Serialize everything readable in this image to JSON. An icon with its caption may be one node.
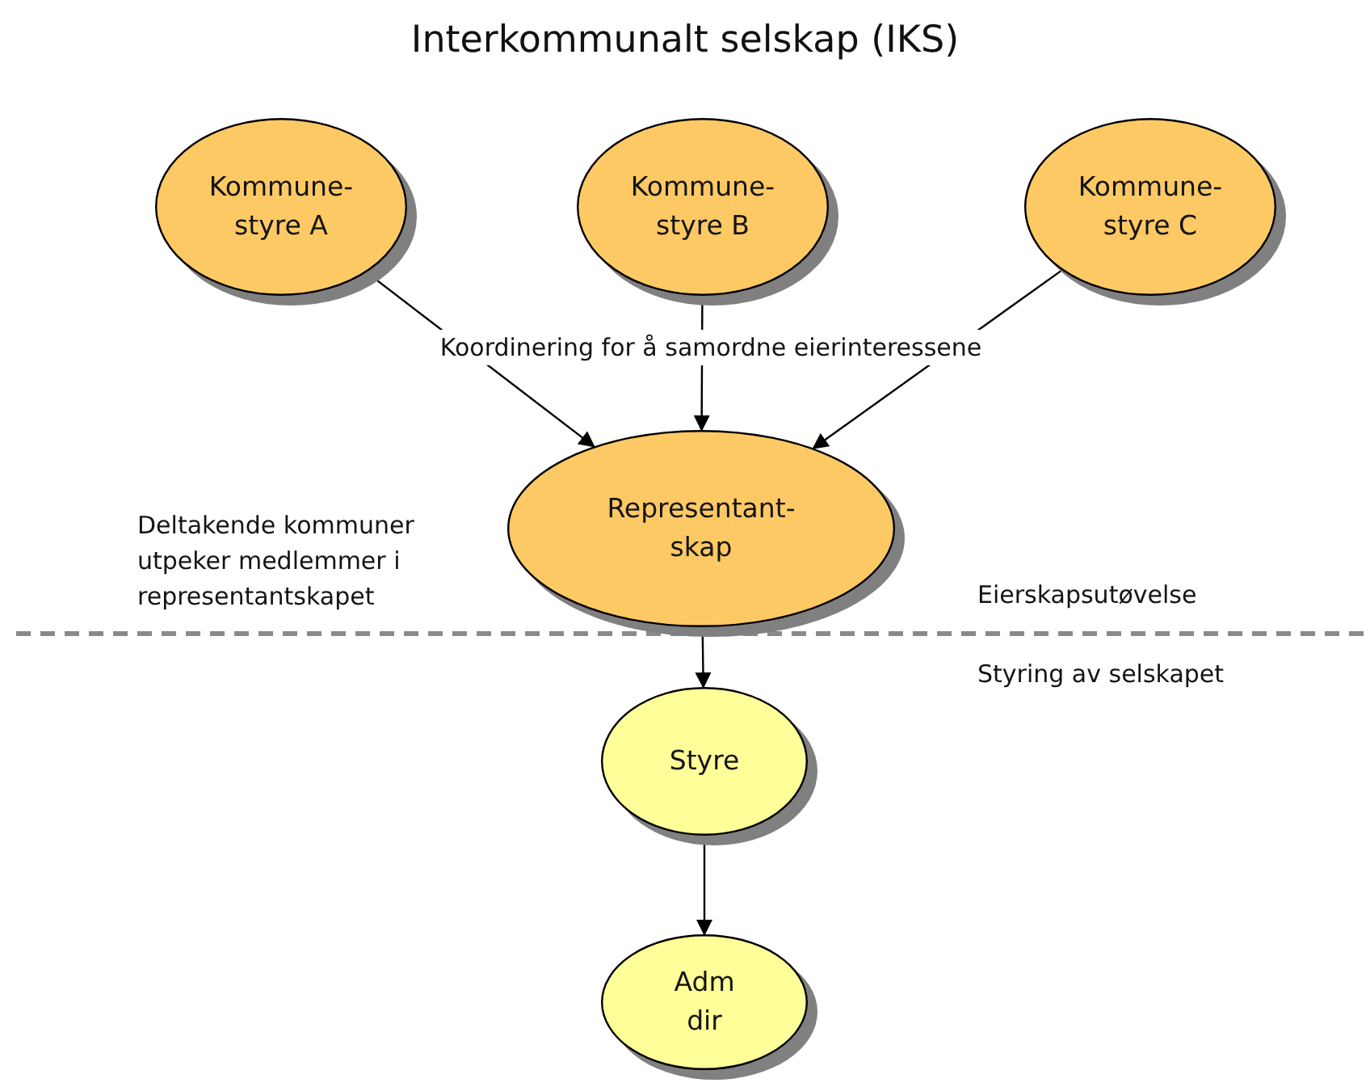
{
  "diagram": {
    "title": "Interkommunalt selskap (IKS)",
    "nodes": [
      {
        "text": [
          "Kommune- styre A"
        ]
      },
      {
        "text": [
          "Kommune- styre B"
        ]
      },
      {
        "text": [
          "Kommune- styre C"
        ]
      },
      {
        "text": [
          "Representant- skap"
        ]
      },
      {
        "text": [
          "Styre"
        ]
      },
      {
        "text": [
          "Adm dir"
        ]
      }
    ],
    "edges": [
      {
        "from": 0,
        "to": 3,
        "arrow": "to"
      },
      {
        "from": 1,
        "to": 3,
        "arrow": "to"
      },
      {
        "from": 2,
        "to": 3,
        "arrow": "to"
      },
      {
        "from": 3,
        "to": 4,
        "arrow": "to"
      },
      {
        "from": 4,
        "to": 5,
        "arrow": "to"
      }
    ],
    "labels": [
      "Koordinering for å samordne eierinteressene",
      "Deltakende kommuner utpeker medlemmer i representantskapet",
      "Eierskapsutøvelse",
      "Styring av selskapet"
    ]
  }
}
